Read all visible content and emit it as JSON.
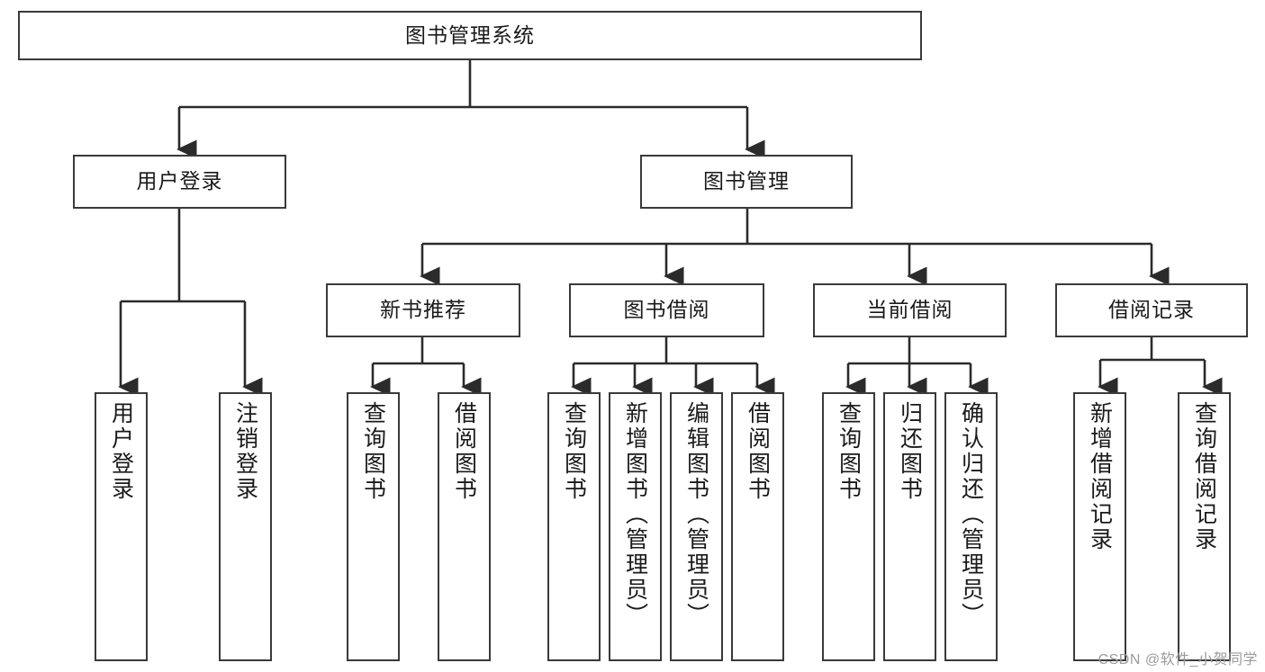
{
  "diagram": {
    "title": "图书管理系统",
    "type": "function-hierarchy-tree",
    "colors": {
      "box_border": "#3a3a3a",
      "box_fill": "#ffffff",
      "edge": "#2b2b2b",
      "text": "#1a1a1a",
      "watermark": "#9b9b9b",
      "background": "#ffffff"
    },
    "root": {
      "label": "图书管理系统"
    },
    "level2": [
      {
        "label": "用户登录"
      },
      {
        "label": "图书管理"
      }
    ],
    "level3": [
      {
        "label": "新书推荐"
      },
      {
        "label": "图书借阅"
      },
      {
        "label": "当前借阅"
      },
      {
        "label": "借阅记录"
      }
    ],
    "leaves": {
      "user_login": [
        {
          "label": "用户登录"
        },
        {
          "label": "注销登录"
        }
      ],
      "new_book_recommend": [
        {
          "label": "查询图书"
        },
        {
          "label": "借阅图书"
        }
      ],
      "book_borrow": [
        {
          "label": "查询图书"
        },
        {
          "label": "新增图书（管理员）"
        },
        {
          "label": "编辑图书（管理员）"
        },
        {
          "label": "借阅图书"
        }
      ],
      "current_borrow": [
        {
          "label": "查询图书"
        },
        {
          "label": "归还图书"
        },
        {
          "label": "确认归还（管理员）"
        }
      ],
      "borrow_records": [
        {
          "label": "新增借阅记录"
        },
        {
          "label": "查询借阅记录"
        }
      ]
    }
  },
  "watermark": {
    "text": "CSDN @软件_小贺同学"
  }
}
